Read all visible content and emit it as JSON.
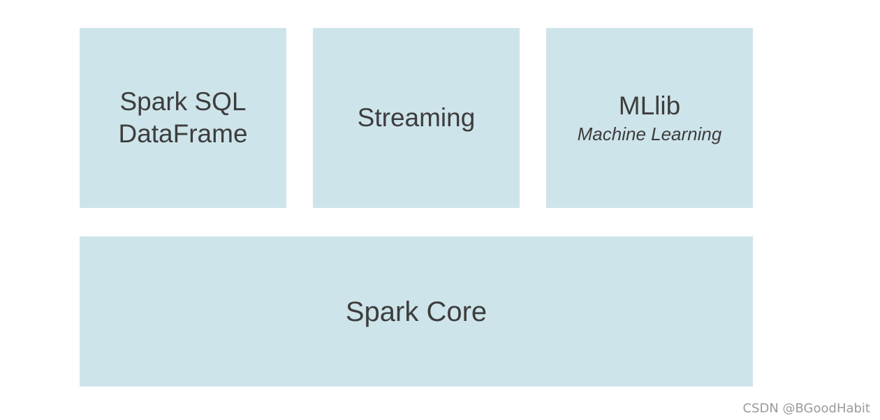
{
  "blocks": {
    "spark_sql": {
      "line1": "Spark SQL",
      "line2": "DataFrame"
    },
    "streaming": {
      "label": "Streaming"
    },
    "mllib": {
      "label": "MLlib",
      "sublabel": "Machine Learning"
    },
    "spark_core": {
      "label": "Spark Core"
    }
  },
  "watermark": "CSDN @BGoodHabit",
  "colors": {
    "block_fill": "#cde4ea",
    "text": "#3d3d3d",
    "watermark": "#9a9a9a"
  }
}
